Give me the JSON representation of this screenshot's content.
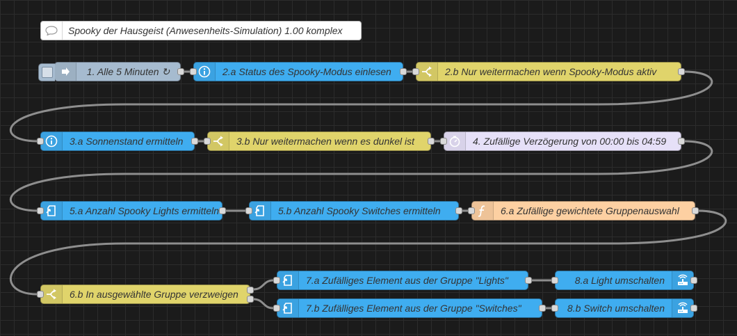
{
  "comment": {
    "text": "Spooky der Hausgeist (Anwesenheits-Simulation) 1.00 komplex",
    "icon": "speech-bubble-icon"
  },
  "colors": {
    "inject": "#a6bbcf",
    "status": "#3fadf0",
    "switch": "#e0d46b",
    "delay": "#e6e0f8",
    "function": "#fdd0a2",
    "output": "#3fadf0"
  },
  "nodes": {
    "n1": {
      "label": "1. Alle 5 Minuten ↻",
      "type": "inject",
      "icon": "arrow-right-icon"
    },
    "n2a": {
      "label": "2.a Status des Spooky-Modus einlesen",
      "type": "current-state",
      "icon": "info-icon"
    },
    "n2b": {
      "label": "2.b Nur weitermachen wenn Spooky-Modus aktiv",
      "type": "switch",
      "icon": "switch-icon"
    },
    "n3a": {
      "label": "3.a Sonnenstand ermitteln",
      "type": "current-state",
      "icon": "info-icon"
    },
    "n3b": {
      "label": "3.b Nur weitermachen wenn es dunkel ist",
      "type": "switch",
      "icon": "switch-icon"
    },
    "n4": {
      "label": "4. Zufällige Verzögerung von 00:00 bis 04:59",
      "type": "delay",
      "icon": "timer-icon"
    },
    "n5a": {
      "label": "5.a Anzahl Spooky Lights ermitteln",
      "type": "get-entities",
      "icon": "entities-icon"
    },
    "n5b": {
      "label": "5.b Anzahl Spooky Switches ermitteln",
      "type": "get-entities",
      "icon": "entities-icon"
    },
    "n6a": {
      "label": "6.a Zufällige gewichtete Gruppenauswahl",
      "type": "function",
      "icon": "function-icon"
    },
    "n6b": {
      "label": "6.b In ausgewählte Gruppe verzweigen",
      "type": "switch",
      "icon": "switch-icon"
    },
    "n7a": {
      "label": "7.a Zufälliges Element aus der Gruppe \"Lights\"",
      "type": "get-entities",
      "icon": "entities-icon"
    },
    "n7b": {
      "label": "7.b Zufälliges Element aus der Gruppe \"Switches\"",
      "type": "get-entities",
      "icon": "entities-icon"
    },
    "n8a": {
      "label": "8.a Light umschalten",
      "type": "call-service",
      "icon": "router-icon"
    },
    "n8b": {
      "label": "8.b Switch umschalten",
      "type": "call-service",
      "icon": "router-icon"
    }
  }
}
